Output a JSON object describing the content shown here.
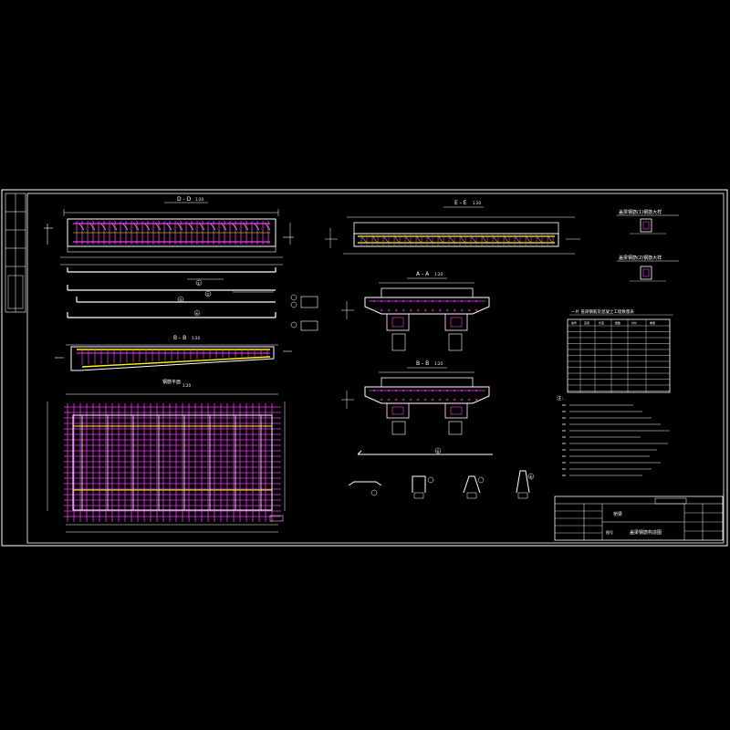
{
  "sheet": {
    "background": "#000000",
    "frame_color": "#ffffff",
    "rebar_color": "#ff33ff",
    "concrete_color": "#ffffff",
    "highlight_color": "#ffff00",
    "accent_color": "#ff66ff"
  },
  "views": {
    "section_dd": {
      "title": "D - D",
      "scale": "1:20"
    },
    "section_ee": {
      "title": "E - E",
      "scale": "1:20"
    },
    "section_bb_elev": {
      "title": "B - B",
      "scale": "1:20"
    },
    "plan": {
      "title": "钢筋平面",
      "scale": "1:20"
    },
    "section_aa": {
      "title": "A - A",
      "scale": "1:20"
    },
    "section_bb": {
      "title": "B - B",
      "scale": "1:20"
    }
  },
  "bar_marks": [
    "①",
    "②",
    "③",
    "④",
    "⑤",
    "⑥"
  ],
  "right_panel": {
    "detail_1": "盖梁钢筋(1)钢筋大样",
    "detail_2": "盖梁钢筋(2)钢筋大样",
    "table_title": "一片 盖梁钢筋及混凝土工程数量表",
    "table_headers": [
      "编号",
      "直径",
      "长度",
      "根数",
      "共长",
      "重量"
    ],
    "notes_title": "注："
  },
  "title_block": {
    "project": "桥梁",
    "drawing_name": "盖梁钢筋构造图",
    "sheet_no": "图号"
  }
}
